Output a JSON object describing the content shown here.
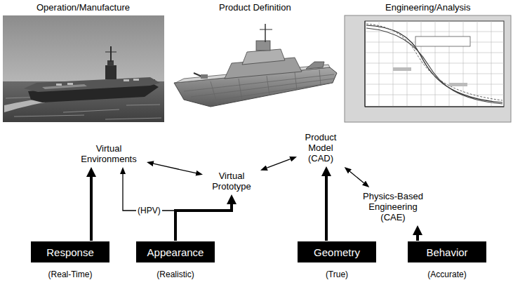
{
  "diagram": {
    "nodes": [
      {
        "text": [
          "Virtual Environments"
        ]
      },
      {
        "text": [
          "Virtual Prototype"
        ]
      },
      {
        "text": [
          "Product Model (CAD)"
        ]
      },
      {
        "text": [
          "Physics-Based Engineering (CAE)"
        ]
      },
      {
        "text": [
          "Response",
          "(Real-Time)"
        ]
      },
      {
        "text": [
          "Appearance",
          "(Realistic)"
        ]
      },
      {
        "text": [
          "Geometry",
          "(True)"
        ]
      },
      {
        "text": [
          "Behavior",
          "(Accurate)"
        ]
      }
    ],
    "edges": [
      {
        "from": 0,
        "to": 1,
        "arrow": "both"
      },
      {
        "from": 1,
        "to": 2,
        "arrow": "both"
      },
      {
        "from": 2,
        "to": 3,
        "arrow": "both"
      },
      {
        "from": 4,
        "to": 0,
        "arrow": "to"
      },
      {
        "from": 5,
        "to": 1,
        "arrow": "to"
      },
      {
        "from": 5,
        "to": 0,
        "arrow": "to",
        "label": "(HPV)"
      },
      {
        "from": 6,
        "to": 2,
        "arrow": "to"
      },
      {
        "from": 7,
        "to": 3,
        "arrow": "to"
      }
    ],
    "labels": [
      "Operation/Manufacture",
      "Product Definition",
      "Engineering/Analysis"
    ]
  }
}
